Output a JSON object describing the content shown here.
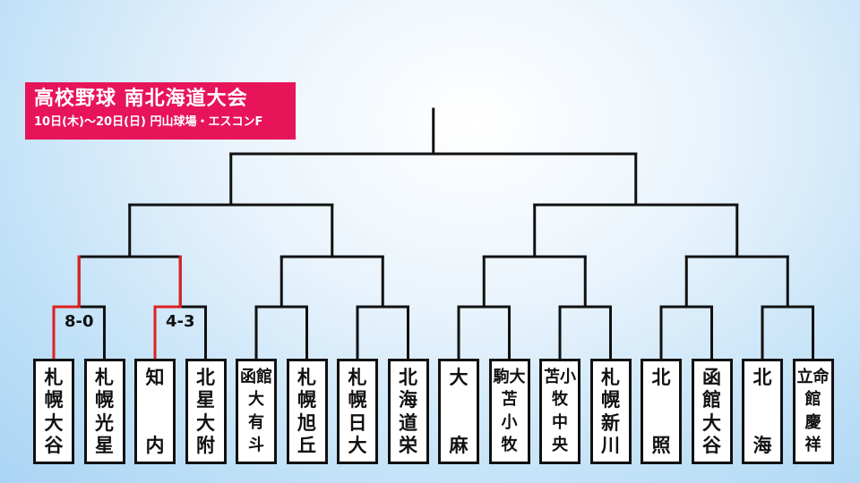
{
  "header": {
    "title": "高校野球 南北海道大会",
    "subtitle": "10日(木)〜20日(日) 円山球場・エスコンF"
  },
  "colors": {
    "accent": "#e8145a",
    "line": "#111111",
    "winner_line": "#e02020"
  },
  "teams": [
    "札幌大谷",
    "札幌光星",
    "知内",
    "北星大附",
    "函館大有斗",
    "札幌旭丘",
    "札幌日大",
    "北海道栄",
    "大麻",
    "駒大苫小牧",
    "苫小牧中央",
    "札幌新川",
    "北照",
    "函館大谷",
    "北海",
    "立命館慶祥"
  ],
  "results": [
    {
      "match": 1,
      "score": "8-0",
      "winner": 0
    },
    {
      "match": 2,
      "score": "4-3",
      "winner": 0
    }
  ]
}
